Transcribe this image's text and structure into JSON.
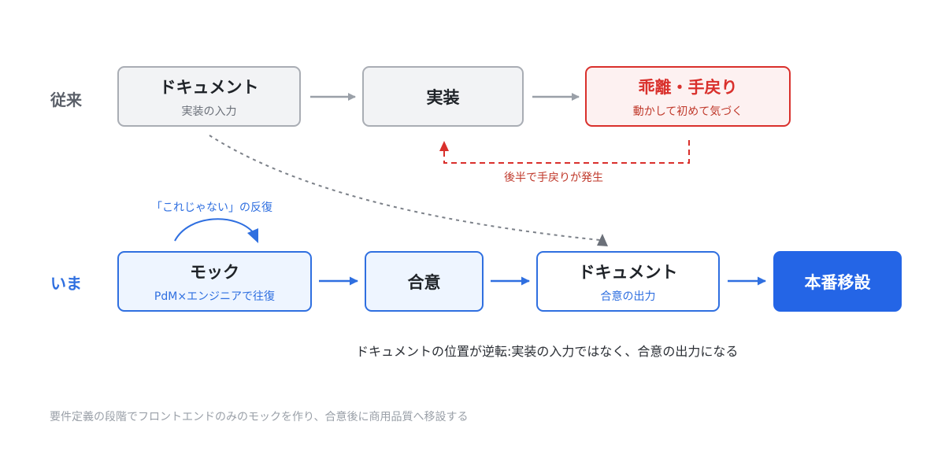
{
  "colors": {
    "gray_border": "#a9adb4",
    "gray_fill": "#f2f3f5",
    "red": "#d9302c",
    "red_fill": "#fdf1f1",
    "blue": "#2f6fe0",
    "blue_fill": "#eef5ff",
    "blue_solid": "#2465e6",
    "text_dark": "#1f2328",
    "text_muted": "#9aa0a8"
  },
  "old_row": {
    "label": "従来",
    "boxes": [
      {
        "title": "ドキュメント",
        "subtitle": "実装の入力"
      },
      {
        "title": "実装"
      },
      {
        "title": "乖離・手戻り",
        "subtitle": "動かして初めて気づく"
      }
    ],
    "feedback_label": "後半で手戻りが発生"
  },
  "new_row": {
    "label": "いま",
    "loop_label": "「これじゃない」の反復",
    "boxes": [
      {
        "title": "モック",
        "subtitle": "PdM×エンジニアで往復"
      },
      {
        "title": "合意"
      },
      {
        "title": "ドキュメント",
        "subtitle": "合意の出力"
      },
      {
        "title": "本番移設"
      }
    ]
  },
  "caption": "ドキュメントの位置が逆転:実装の入力ではなく、合意の出力になる",
  "footnote": "要件定義の段階でフロントエンドのみのモックを作り、合意後に商用品質へ移設する"
}
